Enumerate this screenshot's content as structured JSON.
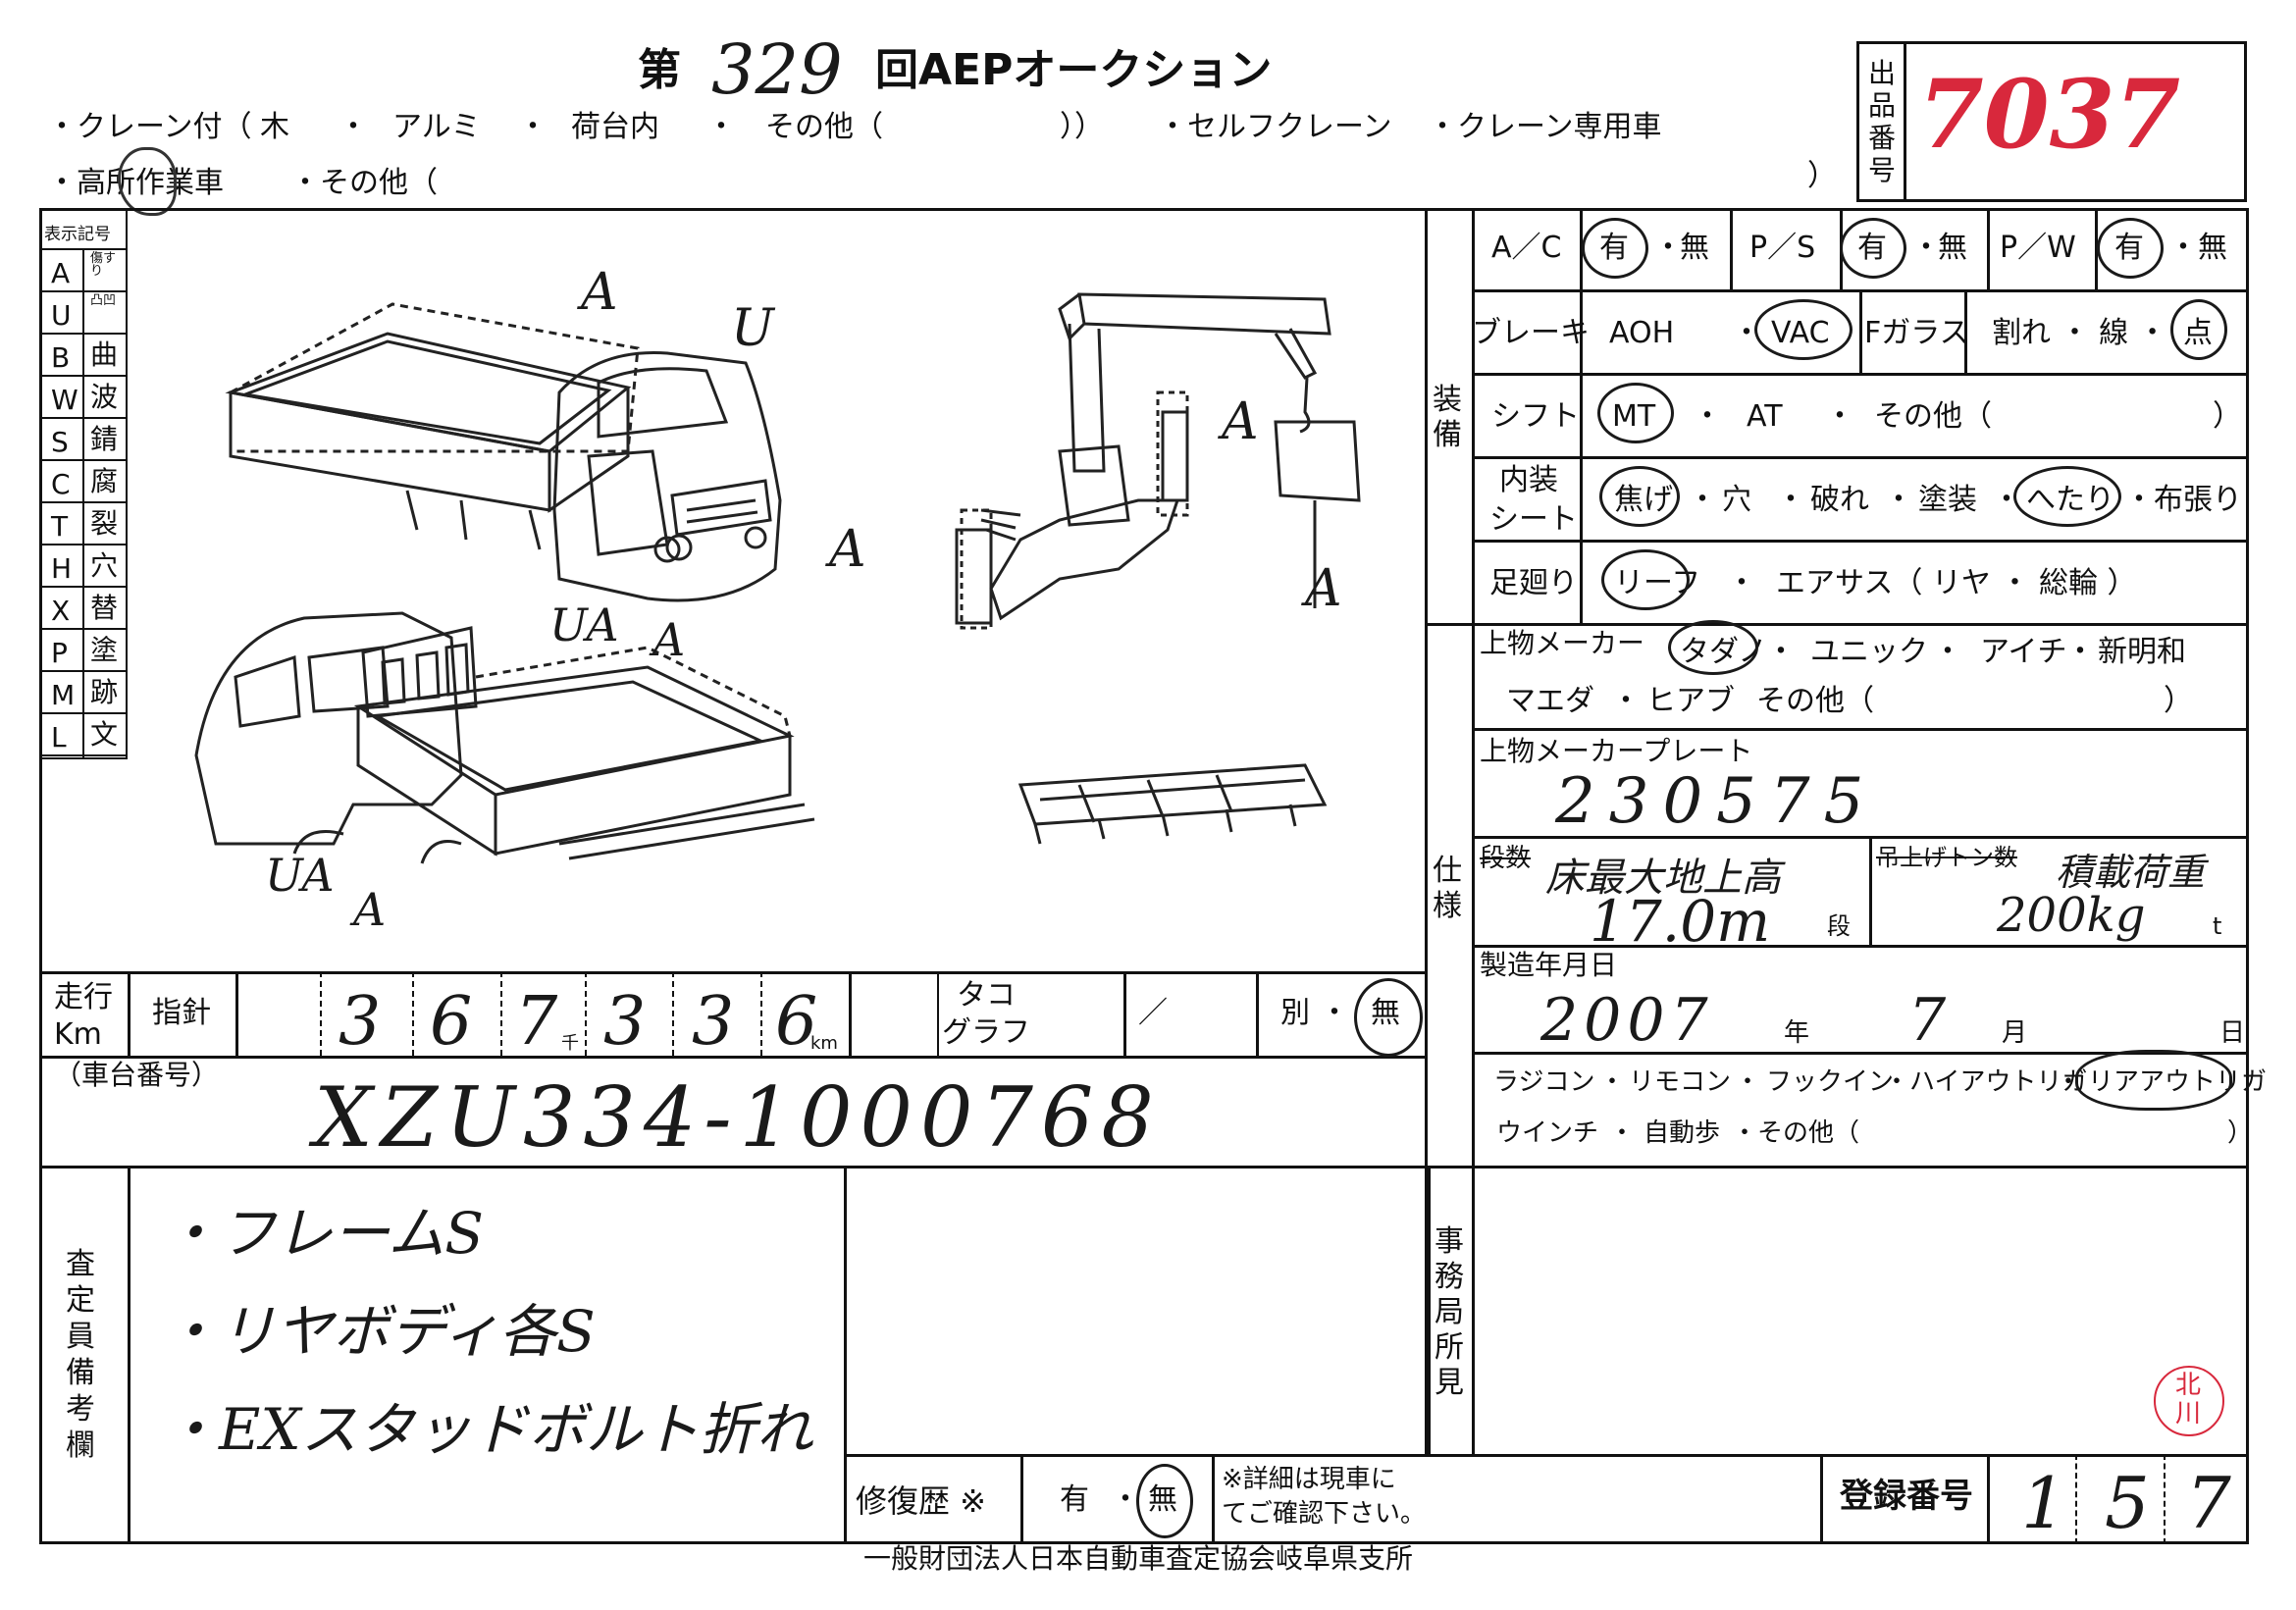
{
  "header": {
    "title_prefix": "第",
    "round_no": "329",
    "title_suffix": "回AEPオークション"
  },
  "lot": {
    "label": "出品番号",
    "number": "7037"
  },
  "type_options": {
    "crane": "・クレーン付（",
    "crane_items": [
      "木",
      "・",
      "アルミ",
      "・",
      "荷台内",
      "・",
      "その他（"
    ],
    "crane_close": "））",
    "self_crane": "・セルフクレーン",
    "crane_dedicated": "・クレーン専用車",
    "aerial": "・高所作業車",
    "other": "・その他（",
    "other_close": "）"
  },
  "legend": {
    "title": "表示記号",
    "rows": [
      {
        "code": "A",
        "meaning": "傷すり"
      },
      {
        "code": "U",
        "meaning": "凸凹"
      },
      {
        "code": "B",
        "meaning": "曲"
      },
      {
        "code": "W",
        "meaning": "波"
      },
      {
        "code": "S",
        "meaning": "錆"
      },
      {
        "code": "C",
        "meaning": "腐"
      },
      {
        "code": "T",
        "meaning": "裂"
      },
      {
        "code": "H",
        "meaning": "穴"
      },
      {
        "code": "X",
        "meaning": "替"
      },
      {
        "code": "P",
        "meaning": "塗"
      },
      {
        "code": "M",
        "meaning": "跡"
      },
      {
        "code": "L",
        "meaning": "文"
      }
    ]
  },
  "diagram_marks": [
    "A",
    "U",
    "A",
    "UA",
    "A",
    "A",
    "A",
    "UA",
    "A"
  ],
  "equipment": {
    "section_label": "装備",
    "ac": {
      "label": "A／C",
      "yes": "有",
      "no": "無",
      "sep": "・"
    },
    "ps": {
      "label": "P／S",
      "yes": "有",
      "no": "無",
      "sep": "・"
    },
    "pw": {
      "label": "P／W",
      "yes": "有",
      "no": "無",
      "sep": "・"
    },
    "brake": {
      "label": "ブレーキ",
      "opt1": "AOH",
      "sep": "・",
      "opt2": "VAC"
    },
    "glass": {
      "label": "Fガラス",
      "opts": "割れ ・ 線 ・",
      "selected": "点"
    },
    "shift": {
      "label": "シフト",
      "mt": "MT",
      "at": "AT",
      "other": "その他（",
      "close": "）",
      "sep": "・"
    },
    "interior": {
      "label1": "内装",
      "label2": "シート",
      "items": [
        "焦げ",
        "・",
        "穴",
        "・",
        "破れ",
        "・",
        "塗装",
        "・",
        "へたり",
        "・",
        "布張り"
      ]
    },
    "suspension": {
      "label": "足廻り",
      "leaf": "リーフ",
      "sep": "・",
      "air": "エアサス（ リヤ ・ 総輪 ）"
    }
  },
  "spec": {
    "section_label": "仕様",
    "maker_label": "上物メーカー",
    "makers_line1": [
      "タダノ",
      "・",
      "ユニック",
      "・",
      "アイチ",
      "・",
      "新明和"
    ],
    "makers_line2": [
      "マエダ",
      "・",
      "ヒアブ",
      "その他（"
    ],
    "makers_close": "）",
    "plate_label": "上物メーカープレート",
    "plate_value": "230575",
    "stage_label": "段数",
    "height_label": "床最大地上高",
    "height_value": "17.0m",
    "stage_unit": "段",
    "hoist_label": "吊上げトン数",
    "load_label": "積載荷重",
    "load_value": "200kg",
    "load_unit": "t",
    "mfg_label": "製造年月日",
    "mfg_year": "2007",
    "year_unit": "年",
    "mfg_month": "7",
    "month_unit": "月",
    "day_unit": "日",
    "options_line1": [
      "ラジコン",
      "・",
      "リモコン",
      "・",
      "フックイン",
      "・ハイアウトリガ",
      "・",
      "リアアウトリガ"
    ],
    "options_line2": [
      "ウインチ",
      "・",
      "自動歩",
      "・その他（"
    ],
    "options_close": "）"
  },
  "odometer": {
    "label1": "走行",
    "label2": "Km",
    "needle_label": "指針",
    "digits": [
      "3",
      "6",
      "7",
      "3",
      "3",
      "6"
    ],
    "thousand_unit": "千",
    "km_unit": "km",
    "taco_label1": "タコ",
    "taco_label2": "グラフ",
    "taco_value": "／",
    "separate": "別",
    "sep": "・",
    "none": "無"
  },
  "chassis": {
    "label": "（車台番号）",
    "value": "XZU334-1000768"
  },
  "remarks": {
    "label": "査定員備考欄",
    "lines": [
      "・フレームS",
      "・リヤボディ各S",
      "・EXスタッドボルト折れ"
    ]
  },
  "office": {
    "label": "事務局所見",
    "stamp": "北川"
  },
  "repair": {
    "label": "修復歴 ※",
    "yes": "有",
    "sep": "・",
    "no": "無",
    "note_line1": "※詳細は現車に",
    "note_line2": "てご確認下さい。"
  },
  "registration": {
    "label": "登録番号",
    "digits": [
      "1",
      "5",
      "7"
    ]
  },
  "footer": {
    "org": "一般財団法人日本自動車査定協会岐阜県支所"
  },
  "colors": {
    "ink": "#111111",
    "lot_red": "#d8283c",
    "stamp_red": "#d8283c"
  }
}
